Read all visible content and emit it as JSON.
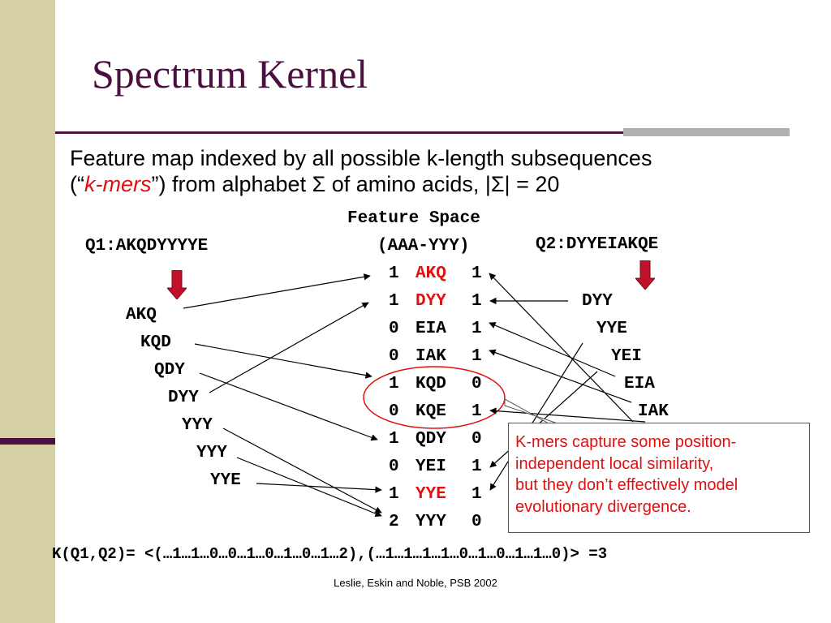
{
  "title": "Spectrum Kernel",
  "bullet": {
    "line1": "Feature map indexed by all possible k-length subsequences",
    "line2_open": "(“",
    "line2_kmers": "k-mers",
    "line2_rest": "”) from alphabet Σ of amino acids, |Σ| = 20"
  },
  "feature_space": {
    "header1": "Feature Space",
    "header2": "(AAA-YYY)"
  },
  "q1": {
    "label": "Q1:AKQDYYYYE",
    "kmers": [
      "AKQ",
      "KQD",
      "QDY",
      "DYY",
      "YYY",
      "YYY",
      "YYE"
    ]
  },
  "q2": {
    "label": "Q2:DYYEIAKQE",
    "kmers": [
      "DYY",
      "YYE",
      "YEI",
      "EIA",
      "IAK"
    ]
  },
  "feature_rows": [
    {
      "q1": "1",
      "kmer": "AKQ",
      "q2": "1",
      "highlight": true
    },
    {
      "q1": "1",
      "kmer": "DYY",
      "q2": "1",
      "highlight": true
    },
    {
      "q1": "0",
      "kmer": "EIA",
      "q2": "1",
      "highlight": false
    },
    {
      "q1": "0",
      "kmer": "IAK",
      "q2": "1",
      "highlight": false
    },
    {
      "q1": "1",
      "kmer": "KQD",
      "q2": "0",
      "highlight": false
    },
    {
      "q1": "0",
      "kmer": "KQE",
      "q2": "1",
      "highlight": false
    },
    {
      "q1": "1",
      "kmer": "QDY",
      "q2": "0",
      "highlight": false
    },
    {
      "q1": "0",
      "kmer": "YEI",
      "q2": "1",
      "highlight": false
    },
    {
      "q1": "1",
      "kmer": "YYE",
      "q2": "1",
      "highlight": true
    },
    {
      "q1": "2",
      "kmer": "YYY",
      "q2": "0",
      "highlight": false
    }
  ],
  "note": {
    "line1": "K-mers capture some position-",
    "line2": "independent local similarity,",
    "line3": "but they don’t effectively model",
    "line4": "evolutionary divergence."
  },
  "kernel_formula": "K(Q1,Q2)= <(…1…1…0…0…1…0…1…0…1…2),(…1…1…1…1…0…1…0…1…1…0)> =3",
  "citation": "Leslie, Eskin and Noble, PSB 2002",
  "colors": {
    "title": "#4b1040",
    "sidebar": "#d4d0a4",
    "highlight": "#e01010",
    "arrow_fill": "#c0102a",
    "ellipse": "#e01010"
  }
}
